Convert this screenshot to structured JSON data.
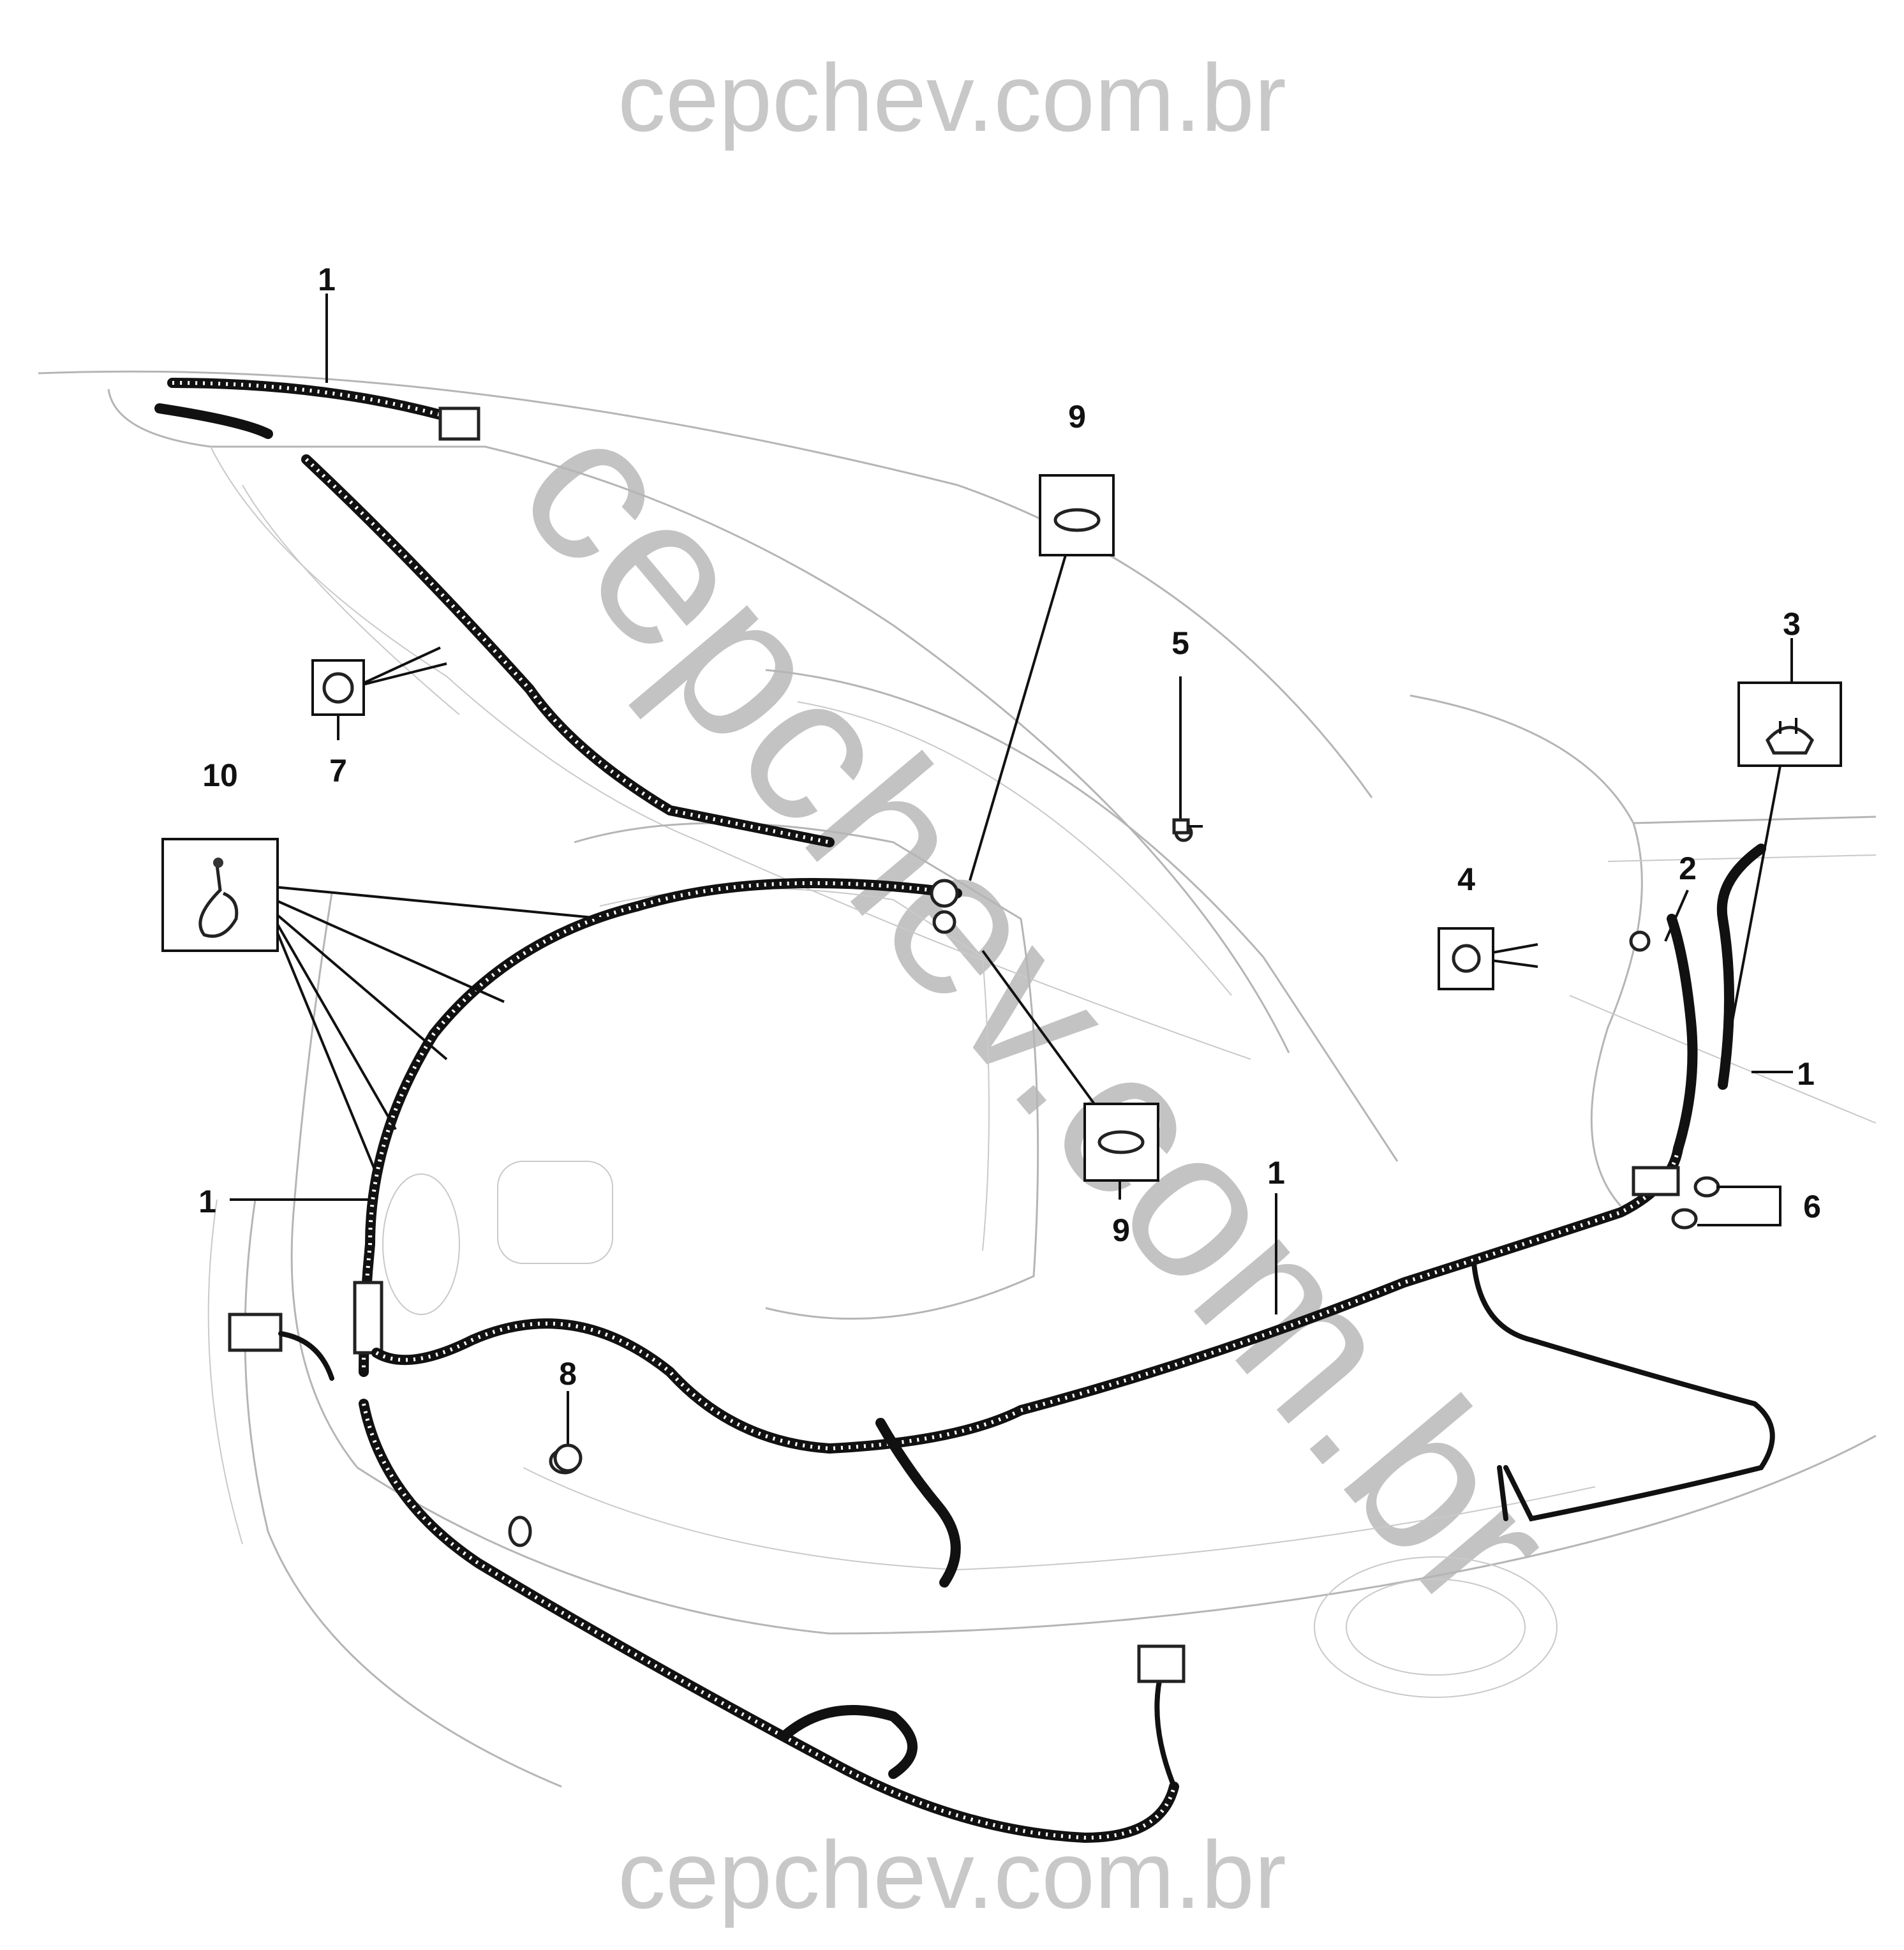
{
  "watermark": {
    "top": "cepchev.com.br",
    "bottom": "cepchev.com.br",
    "diagonal": "cepchev.com.br"
  },
  "callouts": [
    {
      "id": "c1-top",
      "label": "1"
    },
    {
      "id": "c9-top",
      "label": "9"
    },
    {
      "id": "c5",
      "label": "5"
    },
    {
      "id": "c3",
      "label": "3"
    },
    {
      "id": "c7",
      "label": "7"
    },
    {
      "id": "c10",
      "label": "10"
    },
    {
      "id": "c4",
      "label": "4"
    },
    {
      "id": "c2",
      "label": "2"
    },
    {
      "id": "c1-right",
      "label": "1"
    },
    {
      "id": "c1-left",
      "label": "1"
    },
    {
      "id": "c1-middle",
      "label": "1"
    },
    {
      "id": "c9-bottom",
      "label": "9"
    },
    {
      "id": "c6",
      "label": "6"
    },
    {
      "id": "c8",
      "label": "8"
    }
  ],
  "colors": {
    "harness": "#111111",
    "body_outline": "#b5b5b5",
    "watermark": "#c8c8c8"
  }
}
